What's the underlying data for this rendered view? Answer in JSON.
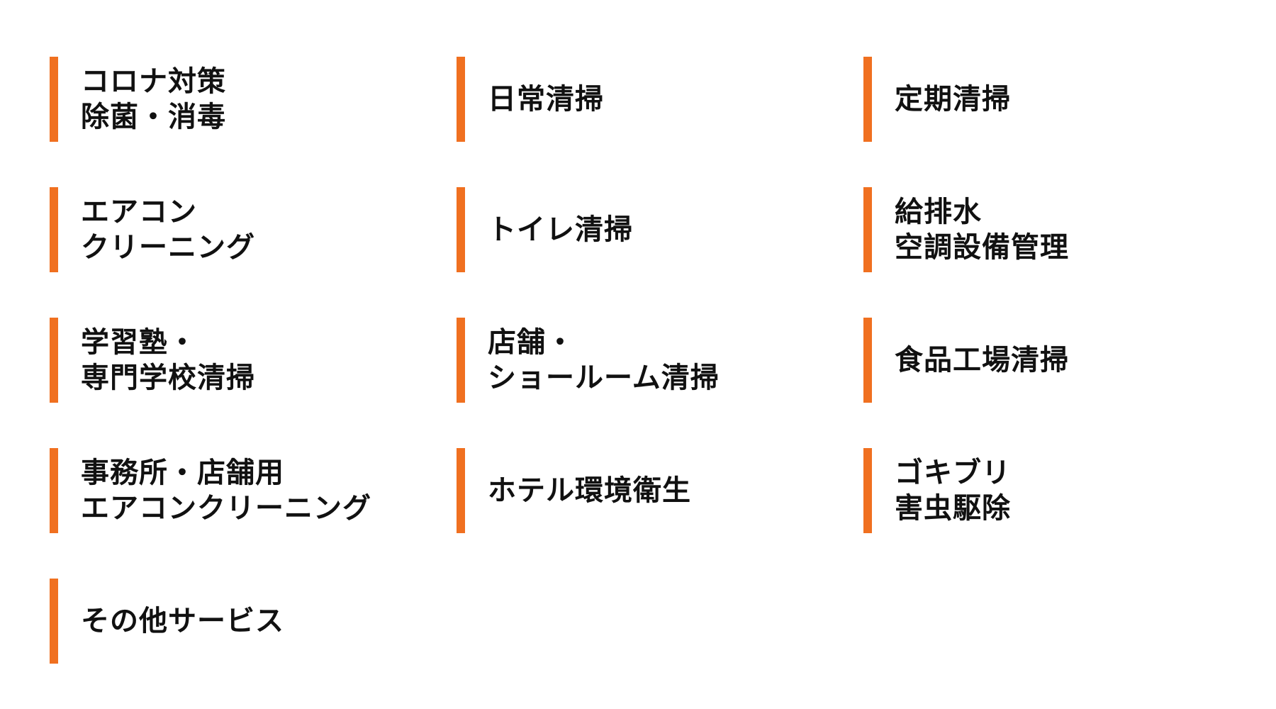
{
  "accent_color": "#f07020",
  "services": [
    {
      "lines": [
        "コロナ対策",
        "除菌・消毒"
      ]
    },
    {
      "lines": [
        "日常清掃",
        ""
      ]
    },
    {
      "lines": [
        "定期清掃",
        ""
      ]
    },
    {
      "lines": [
        "エアコン",
        "クリーニング"
      ]
    },
    {
      "lines": [
        "トイレ清掃",
        ""
      ]
    },
    {
      "lines": [
        "給排水",
        "空調設備管理"
      ]
    },
    {
      "lines": [
        "学習塾・",
        "専門学校清掃"
      ]
    },
    {
      "lines": [
        "店舗・",
        "ショールーム清掃"
      ]
    },
    {
      "lines": [
        "食品工場清掃",
        ""
      ]
    },
    {
      "lines": [
        "事務所・店舗用",
        "エアコンクリーニング"
      ]
    },
    {
      "lines": [
        "ホテル環境衛生",
        ""
      ]
    },
    {
      "lines": [
        "ゴキブリ",
        "害虫駆除"
      ]
    },
    {
      "lines": [
        "その他サービス",
        ""
      ]
    }
  ]
}
